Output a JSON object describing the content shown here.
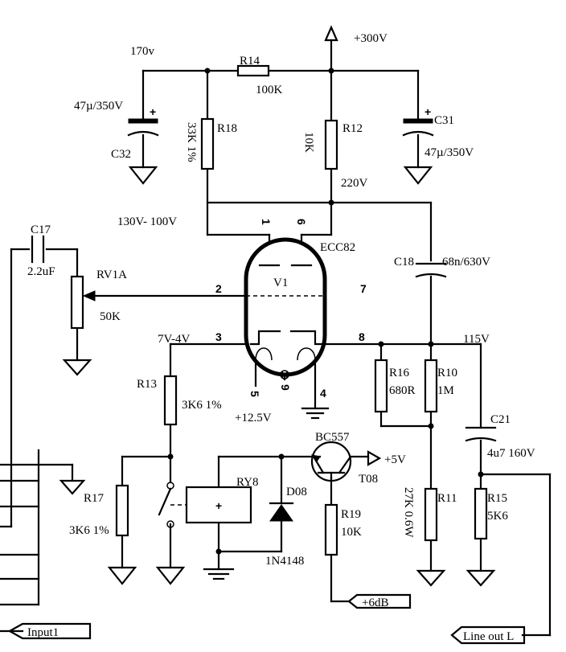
{
  "rails": {
    "hv": "+300V",
    "v170": "170v",
    "v220": "220V",
    "v130": "130V- 100V",
    "v7": "7V-4V",
    "v115": "115V",
    "heater": "+12.5V",
    "relay_supply": "+5V"
  },
  "resistors": {
    "R14": {
      "ref": "R14",
      "value": "100K"
    },
    "R18": {
      "ref": "R18",
      "value": "33K 1%"
    },
    "R12": {
      "ref": "R12",
      "value": "10K"
    },
    "R13": {
      "ref": "R13",
      "value": "3K6 1%"
    },
    "R17": {
      "ref": "R17",
      "value": "3K6 1%"
    },
    "R16": {
      "ref": "R16",
      "value": "680R"
    },
    "R10": {
      "ref": "R10",
      "value": "1M"
    },
    "R19": {
      "ref": "R19",
      "value": "10K"
    },
    "R11": {
      "ref": "R11",
      "value": "27K 0.6W"
    },
    "R15": {
      "ref": "R15",
      "value": "5K6"
    }
  },
  "capacitors": {
    "C32": {
      "ref": "C32",
      "value": "47µ/350V"
    },
    "C31": {
      "ref": "C31",
      "value": "47µ/350V"
    },
    "C17": {
      "ref": "C17",
      "value": "2.2uF"
    },
    "C18": {
      "ref": "C18",
      "value": "68n/630V"
    },
    "C21": {
      "ref": "C21",
      "value": "4u7 160V"
    }
  },
  "pot": {
    "ref": "RV1A",
    "value": "50K"
  },
  "tube": {
    "type": "ECC82",
    "ref": "V1",
    "pins": [
      "1",
      "6",
      "2",
      "7",
      "3",
      "8",
      "5",
      "9",
      "4"
    ]
  },
  "transistor": {
    "type": "BC557",
    "ref": "T08"
  },
  "relay": {
    "ref": "RY8",
    "plus": "+"
  },
  "diode": {
    "ref": "D08",
    "type": "1N4148"
  },
  "connectors": {
    "input": "Input1",
    "level": "+6dB",
    "output": "Line out L"
  }
}
